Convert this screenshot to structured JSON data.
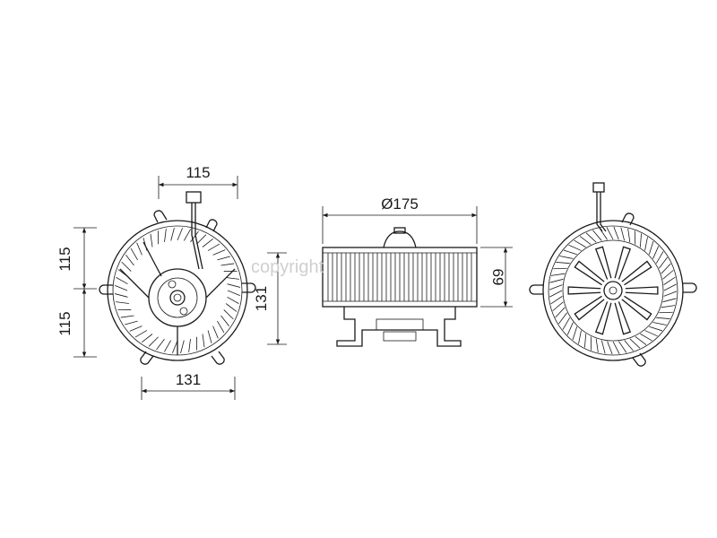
{
  "drawing": {
    "front_view": {
      "width_top": "115",
      "height_upper": "115",
      "height_lower": "115",
      "width_bottom": "131",
      "height_side": "131"
    },
    "side_view": {
      "diameter": "Ø175",
      "height": "69"
    },
    "watermark": "copyright"
  }
}
